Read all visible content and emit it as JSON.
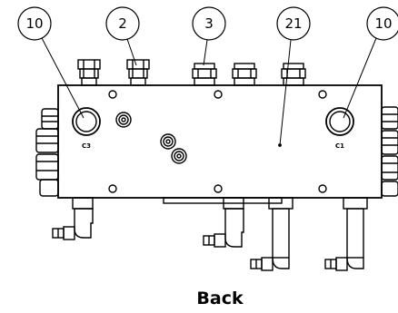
{
  "diagram": {
    "view_label": "Back",
    "balloons": [
      {
        "id": "balloon-1",
        "label": "10"
      },
      {
        "id": "balloon-2",
        "label": "2"
      },
      {
        "id": "balloon-3",
        "label": "3"
      },
      {
        "id": "balloon-4",
        "label": "21"
      },
      {
        "id": "balloon-5",
        "label": "10"
      }
    ],
    "port_labels": {
      "left": "C3",
      "right": "C1"
    }
  }
}
